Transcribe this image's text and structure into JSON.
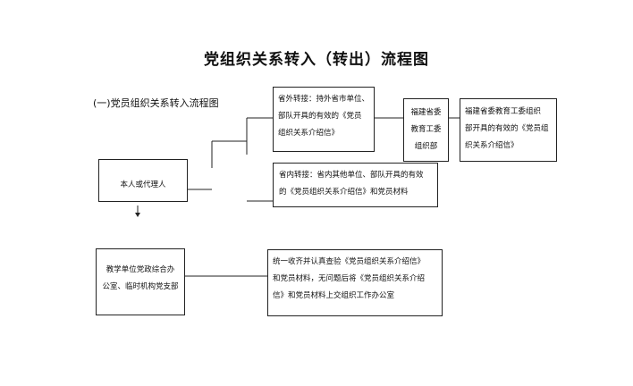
{
  "title": "党组织关系转入（转出）流程图",
  "section_heading": "(一)党员组织关系转入流程图",
  "nodes": {
    "self": "本人或代理人",
    "outside_transfer": "省外转接：持外省市单位、\n部队开具的有效的《党员\n组织关系介绍信》",
    "fujian_committee": "福建省委\n教育工委\n组织部",
    "fujian_edu_committee": "福建省委教育工委组织\n部开具的有效的《党员组\n织关系介绍信》",
    "inside_transfer": "省内转接：省内其他单位、部队开具的有效\n的《党员组织关系介绍信》和党员材料",
    "teaching_unit": "教学单位党政综合办\n公室、临时机构党支部",
    "collect_review": "统一收齐并认真查验《党员组织关系介绍信》\n和党员材料，无问题后将《党员组织关系介绍\n信》和党员材料上交组织工作办公室"
  },
  "arrow_glyph": "↓"
}
